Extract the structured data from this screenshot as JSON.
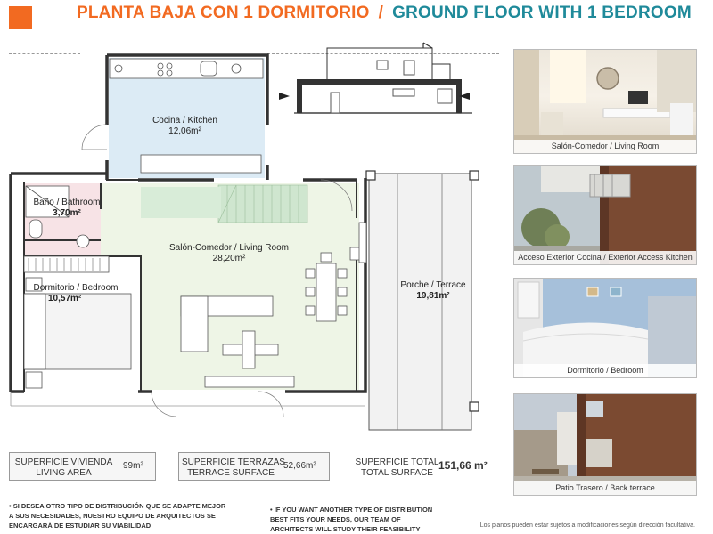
{
  "header": {
    "title_es": "PLANTA BAJA CON 1 DORMITORIO",
    "separator": "/",
    "title_en": "GROUND FLOOR WITH 1 BEDROOM"
  },
  "rooms": {
    "kitchen": {
      "name": "Cocina / Kitchen",
      "area": "12,06m²"
    },
    "bathroom": {
      "name": "Baño / Bathroom",
      "area": "3,70m²"
    },
    "living": {
      "name": "Salón-Comedor / Living Room",
      "area": "28,20m²"
    },
    "bedroom": {
      "name": "Dormitorio / Bedroom",
      "area": "10,57m²"
    },
    "terrace": {
      "name": "Porche / Terrace",
      "area": "19,81m²"
    }
  },
  "photos": [
    {
      "caption": "Salón-Comedor / Living Room"
    },
    {
      "caption": "Acceso Exterior Cocina / Exterior Access Kitchen"
    },
    {
      "caption": "Dormitorio / Bedroom"
    },
    {
      "caption": "Patio Trasero / Back terrace"
    }
  ],
  "surfaces": {
    "living_es": "SUPERFICIE VIVIENDA",
    "living_en": "LIVING AREA",
    "living_value": "99m²",
    "terrace_es": "SUPERFICIE TERRAZAS",
    "terrace_en": "TERRACE SURFACE",
    "terrace_value": "52,66m²",
    "total_es": "SUPERFICIE TOTAL",
    "total_en": "TOTAL SURFACE",
    "total_value": "151,66 m²"
  },
  "notes": {
    "es": "• SI DESEA OTRO TIPO DE DISTRIBUCIÓN QUE SE ADAPTE MEJOR A SUS NECESIDADES, NUESTRO EQUIPO DE ARQUITECTOS SE ENCARGARÁ DE ESTUDIAR SU VIABILIDAD",
    "en": "• IF YOU WANT ANOTHER TYPE OF DISTRIBUTION BEST FITS YOUR NEEDS, OUR TEAM OF ARCHITECTS WILL STUDY THEIR FEASIBILITY",
    "disclaimer": "Los planos pueden estar sujetos a modificaciones según dirección facultativa."
  },
  "colors": {
    "accent_orange": "#f26a21",
    "accent_teal": "#1f8a9a",
    "kitchen_fill": "#dcebf5",
    "living_fill": "#eef5e6",
    "bath_fill": "#f7e3e6",
    "stair_fill": "#cfe6cf"
  }
}
